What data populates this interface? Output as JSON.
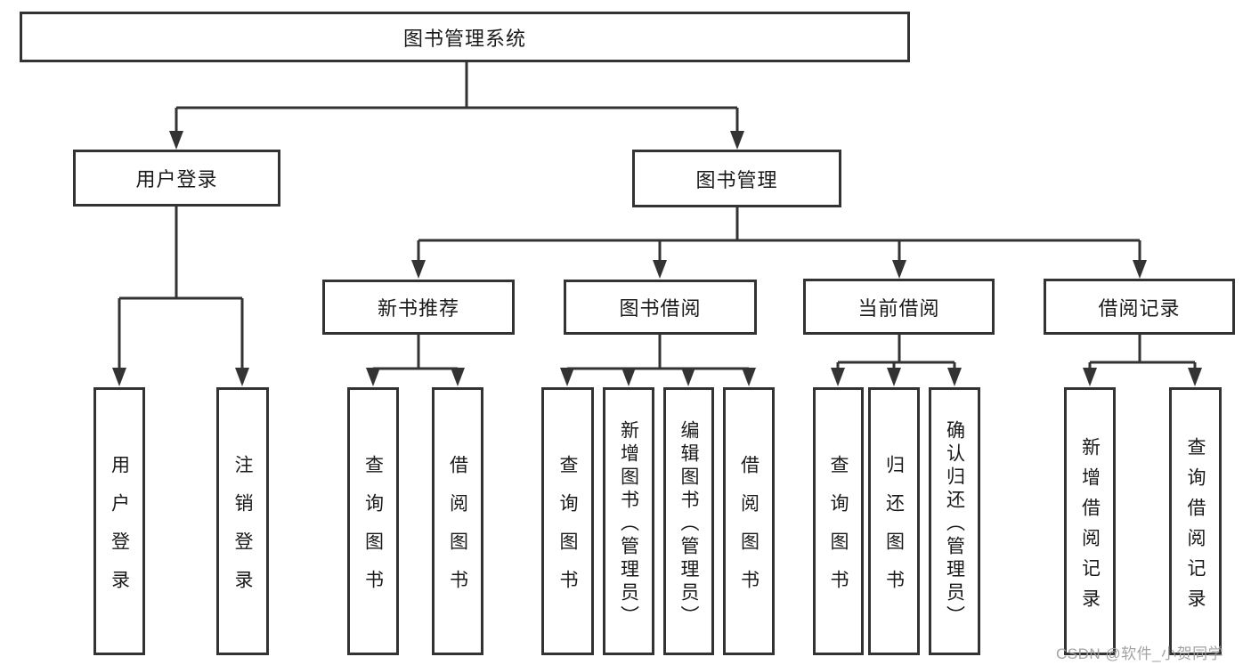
{
  "title": "图书管理系统",
  "tree": {
    "root": {
      "label": "图书管理系统"
    },
    "branches": [
      {
        "label": "用户登录",
        "children": [
          {
            "label": "用户登录"
          },
          {
            "label": "注销登录"
          }
        ]
      },
      {
        "label": "图书管理",
        "children": [
          {
            "label": "新书推荐",
            "children": [
              {
                "label": "查询图书"
              },
              {
                "label": "借阅图书"
              }
            ]
          },
          {
            "label": "图书借阅",
            "children": [
              {
                "label": "查询图书"
              },
              {
                "label": "新增图书（管理员）"
              },
              {
                "label": "编辑图书（管理员）"
              },
              {
                "label": "借阅图书"
              }
            ]
          },
          {
            "label": "当前借阅",
            "children": [
              {
                "label": "查询图书"
              },
              {
                "label": "归还图书"
              },
              {
                "label": "确认归还（管理员）"
              }
            ]
          },
          {
            "label": "借阅记录",
            "children": [
              {
                "label": "新增借阅记录"
              },
              {
                "label": "查询借阅记录"
              }
            ]
          }
        ]
      }
    ]
  },
  "watermark": {
    "text": "CSDN @软件_小贺同学"
  },
  "colors": {
    "line": "#333333",
    "text": "#1a1a1a",
    "background": "#ffffff",
    "watermark": "#9e9e9e"
  }
}
